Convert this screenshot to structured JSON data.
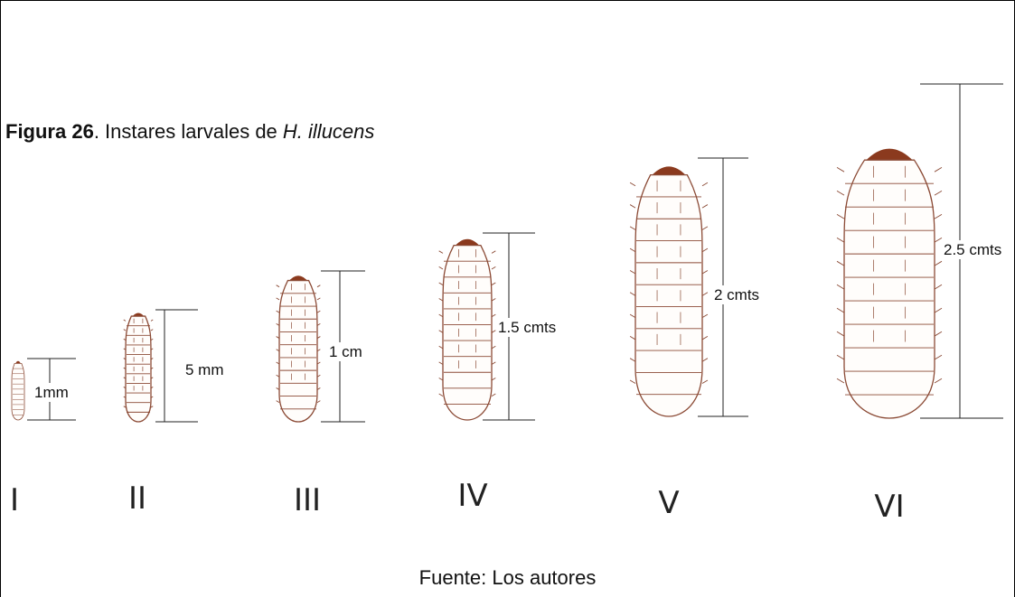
{
  "figure": {
    "label": "Figura 26",
    "caption_rest": ". Instares larvales de ",
    "species": "H. illucens",
    "source": "Fuente: Los autores"
  },
  "instars": [
    {
      "numeral": "I",
      "size_label": "1mm",
      "length_mm": 1
    },
    {
      "numeral": "II",
      "size_label": "5 mm",
      "length_mm": 5
    },
    {
      "numeral": "III",
      "size_label": "1 cm",
      "length_mm": 10
    },
    {
      "numeral": "IV",
      "size_label": "1.5 cmts",
      "length_mm": 15
    },
    {
      "numeral": "V",
      "size_label": "2 cmts",
      "length_mm": 20
    },
    {
      "numeral": "VI",
      "size_label": "2.5 cmts",
      "length_mm": 25
    }
  ],
  "colors": {
    "larva": "#8b4a35",
    "head": "#8b3a1e",
    "line": "#222222"
  }
}
